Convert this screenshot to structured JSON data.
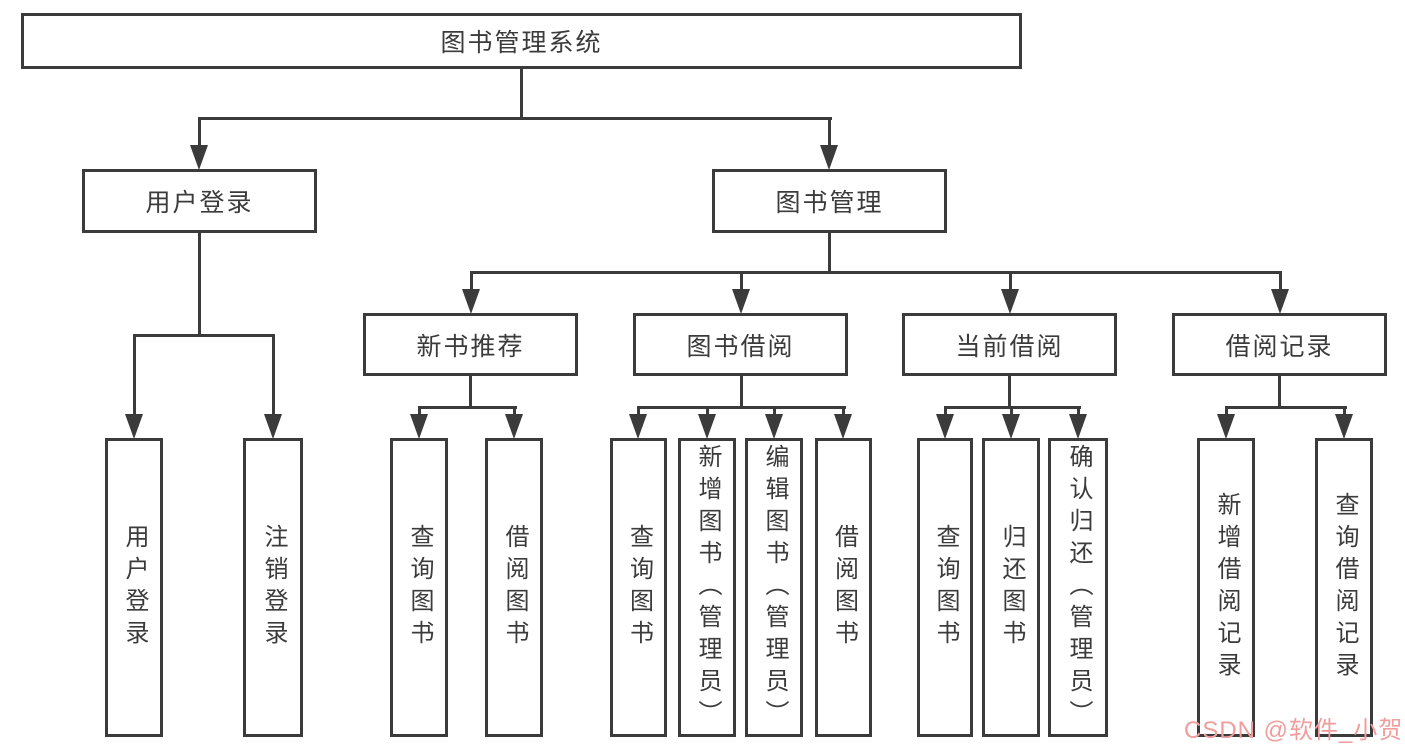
{
  "tree": {
    "root": {
      "label": "图书管理系统",
      "children": [
        {
          "label": "用户登录",
          "children": [
            {
              "label": "用户登录"
            },
            {
              "label": "注销登录"
            }
          ]
        },
        {
          "label": "图书管理",
          "children": [
            {
              "label": "新书推荐",
              "children": [
                {
                  "label": "查询图书"
                },
                {
                  "label": "借阅图书"
                }
              ]
            },
            {
              "label": "图书借阅",
              "children": [
                {
                  "label": "查询图书"
                },
                {
                  "label": "新增图书（管理员）"
                },
                {
                  "label": "编辑图书（管理员）"
                },
                {
                  "label": "借阅图书"
                }
              ]
            },
            {
              "label": "当前借阅",
              "children": [
                {
                  "label": "查询图书"
                },
                {
                  "label": "归还图书"
                },
                {
                  "label": "确认归还（管理员）"
                }
              ]
            },
            {
              "label": "借阅记录",
              "children": [
                {
                  "label": "新增借阅记录"
                },
                {
                  "label": "查询借阅记录"
                }
              ]
            }
          ]
        }
      ]
    }
  },
  "watermark": {
    "text": "CSDN @软件_小贺同学",
    "color": "#f09d9d"
  },
  "colors": {
    "line": "#3b3b3b",
    "background": "#ffffff"
  }
}
